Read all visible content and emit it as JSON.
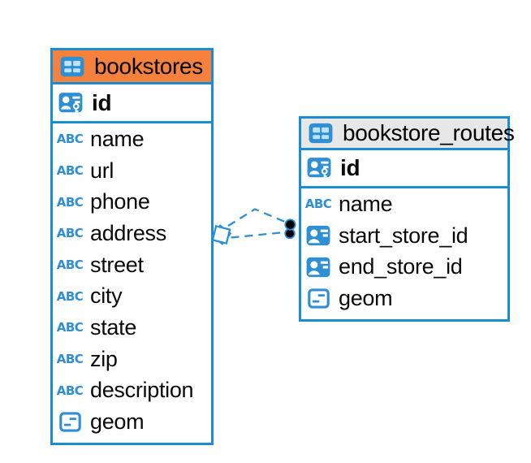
{
  "diagram": {
    "type": "entity-relationship",
    "background": "#ffffff",
    "colors": {
      "table_border": "#1A8CD2",
      "icon_blue": "#2E8FD4",
      "bookstores_header": "#F6813C",
      "routes_header": "#E7E7E7",
      "text": "#0A0A0A",
      "relation_line": "#2E8FD4",
      "relation_dot": "#000000"
    },
    "icons": {
      "abc_label": "ABC"
    },
    "tables": [
      {
        "name": "bookstores",
        "header_color": "#F6813C",
        "primary_key": {
          "name": "id",
          "type_icon": "primary-key"
        },
        "columns": [
          {
            "name": "name",
            "type_icon": "text"
          },
          {
            "name": "url",
            "type_icon": "text"
          },
          {
            "name": "phone",
            "type_icon": "text"
          },
          {
            "name": "address",
            "type_icon": "text"
          },
          {
            "name": "street",
            "type_icon": "text"
          },
          {
            "name": "city",
            "type_icon": "text"
          },
          {
            "name": "state",
            "type_icon": "text"
          },
          {
            "name": "zip",
            "type_icon": "text"
          },
          {
            "name": "description",
            "type_icon": "text"
          },
          {
            "name": "geom",
            "type_icon": "geometry"
          }
        ]
      },
      {
        "name": "bookstore_routes",
        "header_color": "#E7E7E7",
        "primary_key": {
          "name": "id",
          "type_icon": "primary-key"
        },
        "columns": [
          {
            "name": "name",
            "type_icon": "text"
          },
          {
            "name": "start_store_id",
            "type_icon": "id-reference"
          },
          {
            "name": "end_store_id",
            "type_icon": "id-reference"
          },
          {
            "name": "geom",
            "type_icon": "geometry"
          }
        ]
      }
    ],
    "relationship": {
      "from_table": "bookstores",
      "to_table": "bookstore_routes",
      "line_style": "dashed",
      "line_count": 2,
      "from_marker": "stacked-diamond",
      "to_marker": "double-dot"
    }
  }
}
